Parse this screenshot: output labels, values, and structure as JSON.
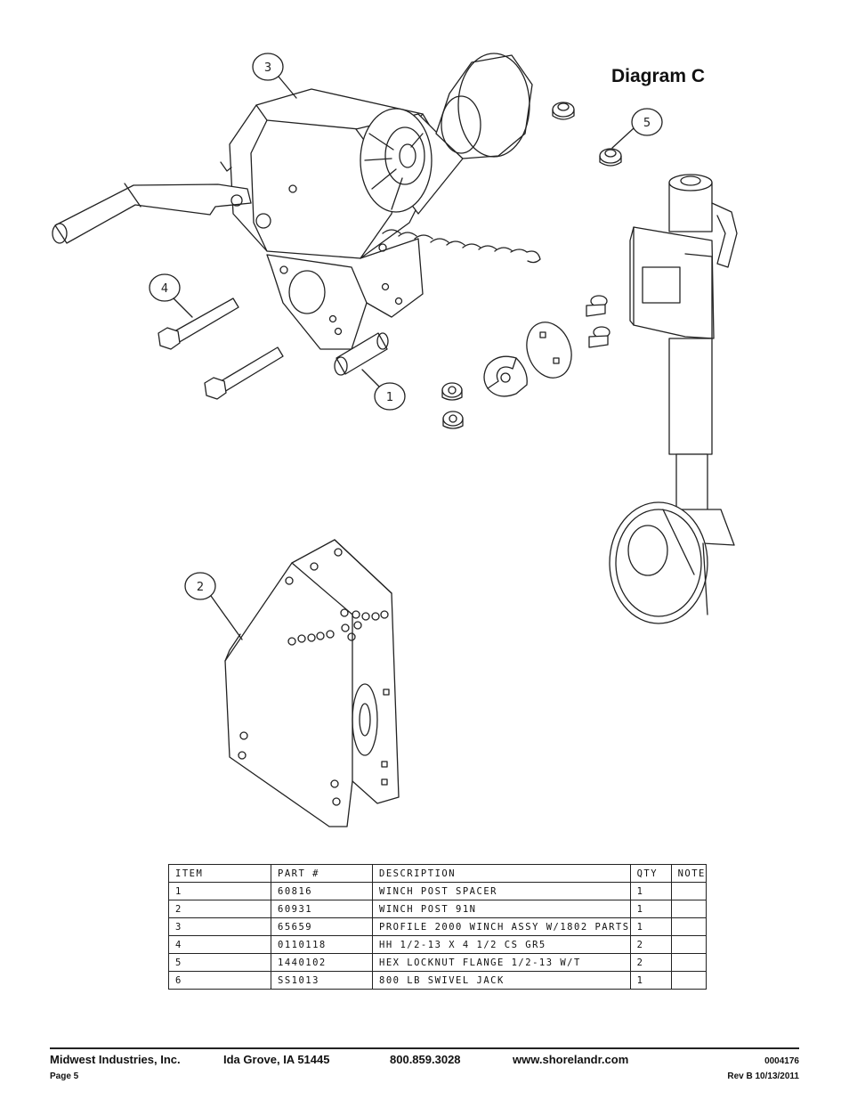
{
  "title": "Diagram C",
  "callouts": [
    "1",
    "2",
    "3",
    "4",
    "5"
  ],
  "table": {
    "headers": [
      "ITEM",
      "PART #",
      "DESCRIPTION",
      "QTY",
      "NOTE"
    ],
    "rows": [
      {
        "item": "1",
        "part": "60816",
        "desc": "WINCH POST SPACER",
        "qty": "1",
        "note": ""
      },
      {
        "item": "2",
        "part": "60931",
        "desc": "WINCH POST 91N",
        "qty": "1",
        "note": ""
      },
      {
        "item": "3",
        "part": "65659",
        "desc": "PROFILE 2000 WINCH ASSY W/1802 PARTS",
        "qty": "1",
        "note": ""
      },
      {
        "item": "4",
        "part": "0110118",
        "desc": "HH 1/2-13 X 4 1/2 CS GR5",
        "qty": "2",
        "note": ""
      },
      {
        "item": "5",
        "part": "1440102",
        "desc": "HEX LOCKNUT FLANGE 1/2-13 W/T",
        "qty": "2",
        "note": ""
      },
      {
        "item": "6",
        "part": "SS1013",
        "desc": "800 LB SWIVEL JACK",
        "qty": "1",
        "note": ""
      }
    ]
  },
  "footer": {
    "company": "Midwest Industries, Inc.",
    "city": "Ida Grove, IA  51445",
    "phone": "800.859.3028",
    "web": "www.shorelandr.com",
    "doc": "0004176",
    "page": "Page 5",
    "rev": "Rev B  10/13/2011"
  }
}
